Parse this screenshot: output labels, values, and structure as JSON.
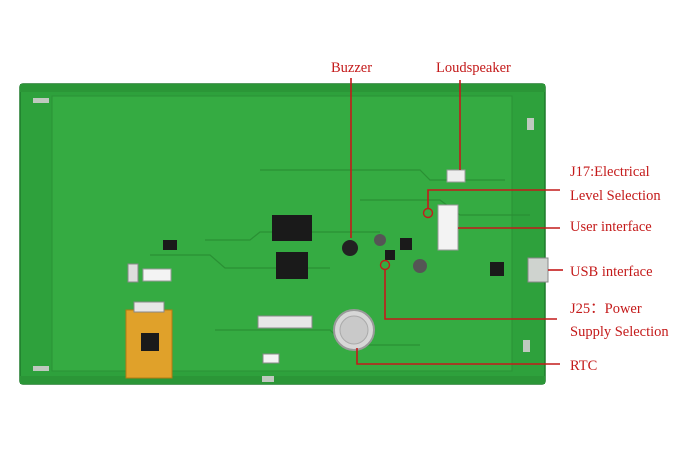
{
  "labels": {
    "buzzer": "Buzzer",
    "loudspeaker": "Loudspeaker",
    "j17_line1": "J17:Electrical",
    "j17_line2": "Level Selection",
    "user_interface": "User interface",
    "usb_interface": "USB interface",
    "j25_line1": "J25：Power",
    "j25_line2": "Supply Selection",
    "rtc": "RTC"
  },
  "colors": {
    "pcb": "#2ea13c",
    "pcb_edge": "#1f7a2b",
    "callout": "#c41a1a"
  }
}
